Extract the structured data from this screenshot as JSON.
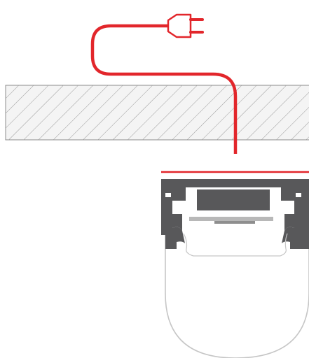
{
  "diagram": {
    "kind": "recessed led profile installation",
    "colors": {
      "background": "#ffffff",
      "cable": "#e2262b",
      "plug_fill": "#ffffff",
      "plug_outline": "#e2262b",
      "wall_fill": "#f4f4f4",
      "wall_hatch": "#9a9a9a",
      "wall_outline": "#8c8c8c",
      "profile_body": "#58585a",
      "profile_cutout": "#ffffff",
      "led_strip": "#b8b8b8",
      "led_chip": "#8e8e8e",
      "diffuser_outline": "#c6c6c6",
      "top_edge_line": "#e2262b"
    },
    "parts": [
      {
        "id": "power-cable",
        "icon": "plug-icon"
      },
      {
        "id": "mounting-surface",
        "pattern": "diagonal-hatch"
      },
      {
        "id": "aluminium-profile"
      },
      {
        "id": "led-strip"
      },
      {
        "id": "diffuser"
      }
    ]
  }
}
